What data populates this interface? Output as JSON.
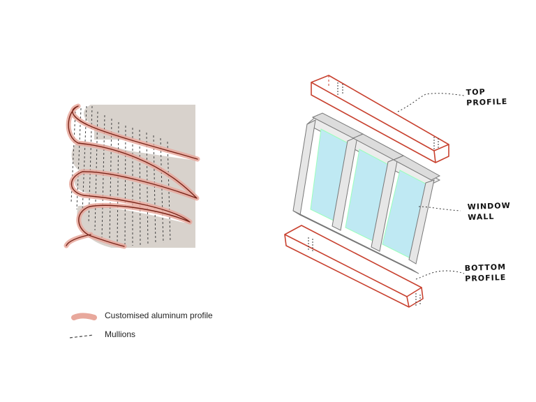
{
  "legend": {
    "profile_label": "Customised aluminum profile",
    "mullions_label": "Mullions"
  },
  "annotations": {
    "top_profile": [
      "TOP",
      "PROFILE"
    ],
    "window_wall": [
      "WINDOW",
      "WALL"
    ],
    "bottom_profile": [
      "BOTTOM",
      "PROFILE"
    ]
  },
  "colors": {
    "profile": "#c8412f",
    "profile_fill": "#e8a89c",
    "wall_fill": "#d8d2cc",
    "glass": "#bfe9f3",
    "frame": "#e6e6e6"
  }
}
